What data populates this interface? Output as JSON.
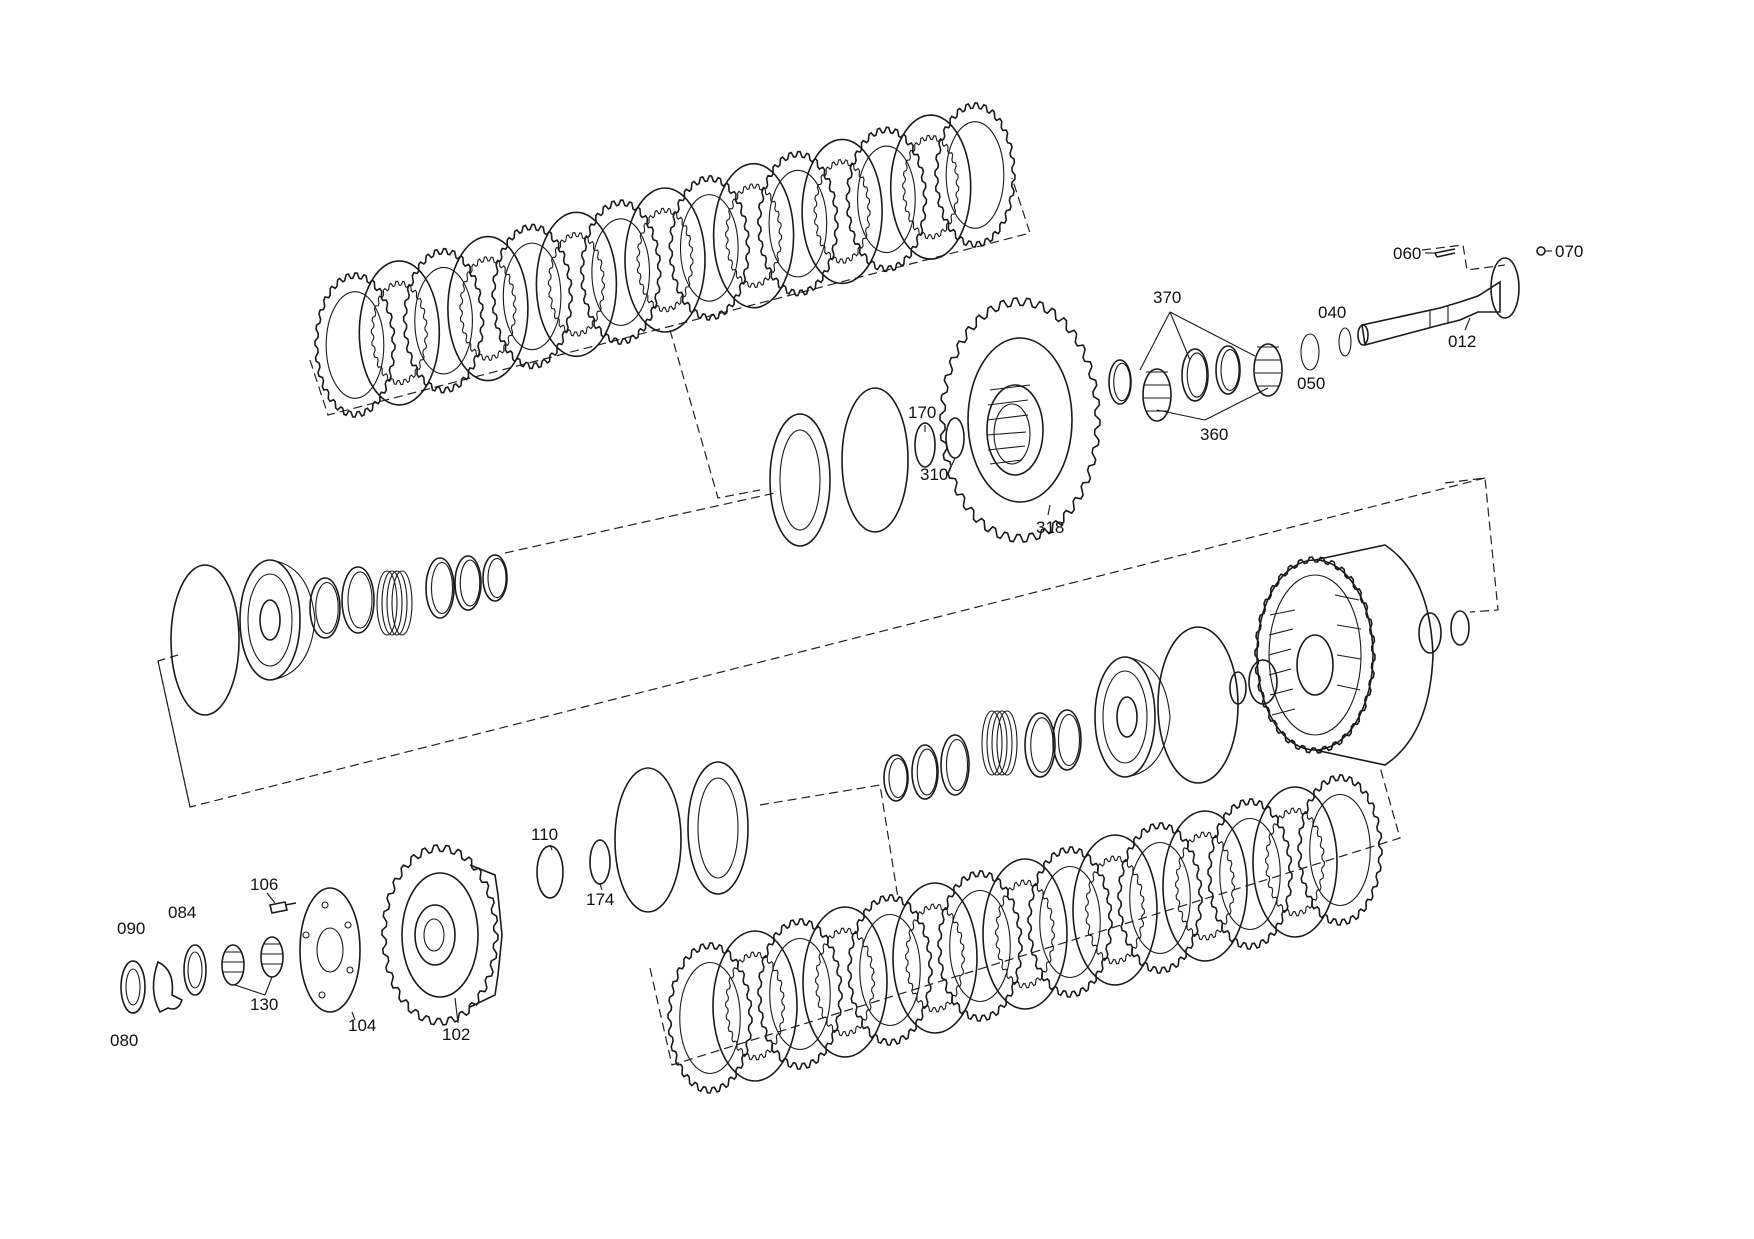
{
  "diagram": {
    "labels": {
      "p012": "012",
      "p040": "040",
      "p050": "050",
      "p060": "060",
      "p070": "070",
      "p080": "080",
      "p084": "084",
      "p090": "090",
      "p102": "102",
      "p104": "104",
      "p106": "106",
      "p110": "110",
      "p130": "130",
      "p170": "170",
      "p174": "174",
      "p310": "310",
      "p318": "318",
      "p360": "360",
      "p370": "370"
    }
  }
}
